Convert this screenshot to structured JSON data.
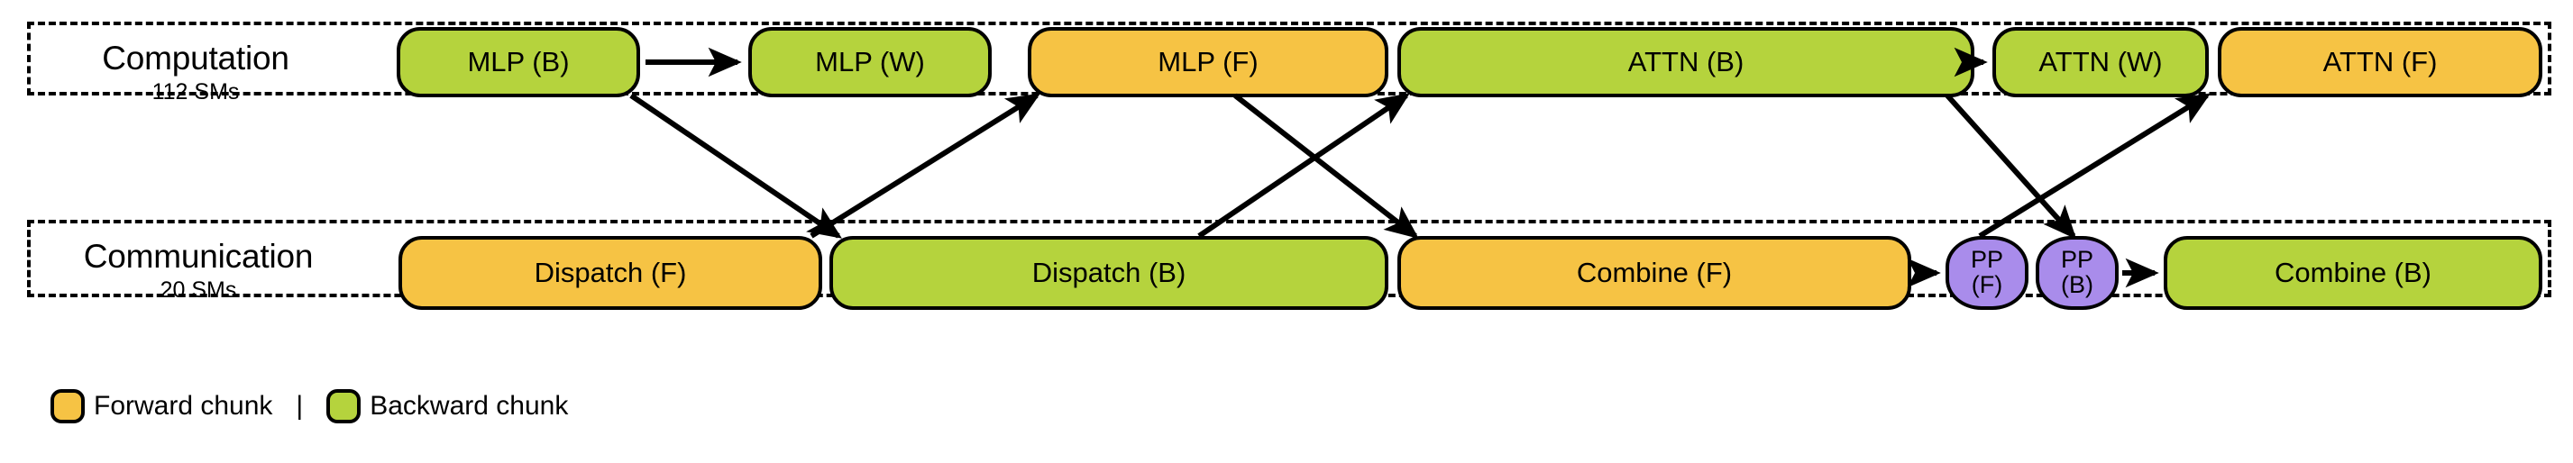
{
  "figure": {
    "title": "Computation-communication overlap schedule",
    "colors": {
      "forward": "#f6c344",
      "backward": "#b5d33d",
      "pipeline": "#a98ceb",
      "outline": "#000000",
      "background": "#ffffff"
    }
  },
  "lanes": [
    {
      "id": "computation",
      "title": "Computation",
      "subtitle": "112 SMs",
      "blocks": [
        {
          "label": "MLP (B)",
          "kind": "backward"
        },
        {
          "label": "MLP (W)",
          "kind": "backward"
        },
        {
          "label": "MLP (F)",
          "kind": "forward"
        },
        {
          "label": "ATTN (B)",
          "kind": "backward"
        },
        {
          "label": "ATTN (W)",
          "kind": "backward"
        },
        {
          "label": "ATTN (F)",
          "kind": "forward"
        }
      ]
    },
    {
      "id": "communication",
      "title": "Communication",
      "subtitle": "20 SMs",
      "blocks": [
        {
          "label": "Dispatch (F)",
          "kind": "forward"
        },
        {
          "label": "Dispatch (B)",
          "kind": "backward"
        },
        {
          "label": "Combine (F)",
          "kind": "forward"
        },
        {
          "label": "PP",
          "label2": "(F)",
          "kind": "pipeline"
        },
        {
          "label": "PP",
          "label2": "(B)",
          "kind": "pipeline"
        },
        {
          "label": "Combine (B)",
          "kind": "backward"
        }
      ]
    }
  ],
  "legend": {
    "separator": "|",
    "items": [
      {
        "label": "Forward chunk",
        "kind": "forward"
      },
      {
        "label": "Backward chunk",
        "kind": "backward"
      }
    ]
  }
}
